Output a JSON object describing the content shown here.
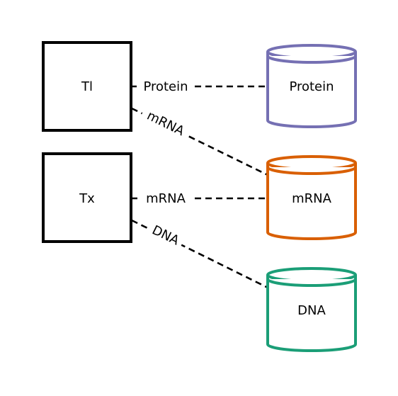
{
  "processes": [
    {
      "id": "tl",
      "label": "Tl"
    },
    {
      "id": "tx",
      "label": "Tx"
    }
  ],
  "stores": [
    {
      "id": "protein",
      "label": "Protein",
      "color": "#7570b3"
    },
    {
      "id": "mrna",
      "label": "mRNA",
      "color": "#d95f02"
    },
    {
      "id": "dna",
      "label": "DNA",
      "color": "#1b9e77"
    }
  ],
  "edges": [
    {
      "id": "tl-protein",
      "label": "Protein"
    },
    {
      "id": "tl-mrna",
      "label": "mRNA"
    },
    {
      "id": "tx-mrna",
      "label": "mRNA"
    },
    {
      "id": "tx-dna",
      "label": "DNA"
    }
  ]
}
